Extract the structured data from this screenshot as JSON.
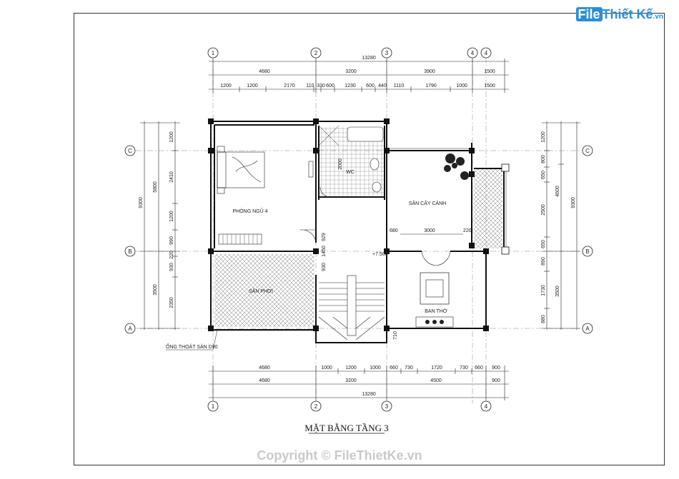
{
  "logo": {
    "file": "File",
    "rest": "Thiết Kế",
    "tld": ".vn"
  },
  "title": "MẶT BẰNG TẦNG 3",
  "copyright": "Copyright © FileThietKe.vn",
  "grid_axes": {
    "vertical": [
      "1",
      "2",
      "3",
      "4",
      "4"
    ],
    "vertical_bottom": [
      "1",
      "2",
      "3",
      "4"
    ],
    "horizontal": [
      "C",
      "B",
      "A"
    ]
  },
  "top_dims": {
    "total": "13280",
    "row2": [
      "4680",
      "3200",
      "3900",
      "1500"
    ],
    "row3": [
      "1200",
      "1200",
      "2170",
      "110",
      "330",
      "600",
      "1230",
      "600",
      "440",
      "1110",
      "1790",
      "1000",
      "1500"
    ]
  },
  "bottom_dims": {
    "row1": [
      "4680",
      "1000",
      "1200",
      "1000",
      "660",
      "730",
      "1720",
      "730",
      "660",
      "900"
    ],
    "row2": [
      "4680",
      "3200",
      "4500",
      "900"
    ],
    "total": "13280"
  },
  "left_dims": {
    "outer": "9300",
    "mid": [
      "5800",
      "3500"
    ],
    "inner": [
      "1200",
      "2410",
      "1200",
      "990",
      "220",
      "930",
      "2350"
    ]
  },
  "right_dims": {
    "outer": "9300",
    "mid": [
      "4600",
      "3500"
    ],
    "inner": [
      "1200",
      "800",
      "650",
      "2500",
      "650",
      "890",
      "1730",
      "880"
    ]
  },
  "rooms": {
    "bedroom": "PHÒNG NGỦ 4",
    "drying": "SÂN PHƠI",
    "garden": "SÂN CÂY CẢNH",
    "altar": "BAN THỜ",
    "wc": "WC"
  },
  "notes": {
    "drain": "ỐNG THOÁT SÀN D90",
    "level": "+7.500",
    "d3000": "3000",
    "d680": "680",
    "d220": "220",
    "d2000": "2000",
    "d929": "929",
    "d930": "930",
    "d1450": "1450",
    "d710": "710"
  }
}
